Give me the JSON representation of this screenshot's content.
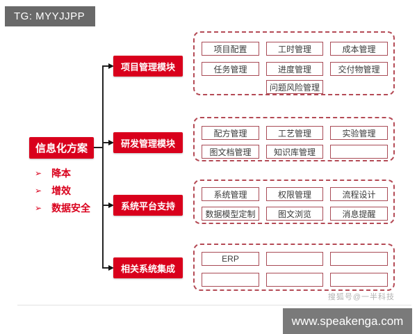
{
  "badge": {
    "label": "TG: MYYJJPP"
  },
  "root": {
    "title": "信息化方案",
    "bullets": [
      {
        "marker": "➢",
        "label": "降本"
      },
      {
        "marker": "➢",
        "label": "增效"
      },
      {
        "marker": "➢",
        "label": "数据安全"
      }
    ]
  },
  "branches": [
    {
      "label": "项目管理模块",
      "rows": [
        [
          {
            "c": 0,
            "t": "项目配置"
          },
          {
            "c": 1,
            "t": "工时管理"
          },
          {
            "c": 2,
            "t": "成本管理"
          }
        ],
        [
          {
            "c": 0,
            "t": "任务管理"
          },
          {
            "c": 1,
            "t": "进度管理"
          },
          {
            "c": 2,
            "t": "交付物管理"
          }
        ],
        [
          {
            "c": 1,
            "t": "问题风险管理"
          }
        ]
      ]
    },
    {
      "label": "研发管理模块",
      "rows": [
        [
          {
            "c": 0,
            "t": "配方管理"
          },
          {
            "c": 1,
            "t": "工艺管理"
          },
          {
            "c": 2,
            "t": "实验管理"
          }
        ],
        [
          {
            "c": 0,
            "t": "图文档管理"
          },
          {
            "c": 1,
            "t": "知识库管理"
          },
          {
            "c": 2,
            "t": ""
          }
        ]
      ]
    },
    {
      "label": "系统平台支持",
      "rows": [
        [
          {
            "c": 0,
            "t": "系统管理"
          },
          {
            "c": 1,
            "t": "权限管理"
          },
          {
            "c": 2,
            "t": "流程设计"
          }
        ],
        [
          {
            "c": 0,
            "t": "数据模型定制"
          },
          {
            "c": 1,
            "t": "图文浏览"
          },
          {
            "c": 2,
            "t": "消息提醒"
          }
        ]
      ]
    },
    {
      "label": "相关系统集成",
      "rows": [
        [
          {
            "c": 0,
            "t": "ERP"
          },
          {
            "c": 1,
            "t": ""
          },
          {
            "c": 2,
            "t": ""
          }
        ],
        [
          {
            "c": 0,
            "t": ""
          },
          {
            "c": 1,
            "t": ""
          },
          {
            "c": 2,
            "t": ""
          }
        ]
      ]
    }
  ],
  "watermark": "搜狐号@一半科技",
  "footer": {
    "url": "www.speakenga.com"
  },
  "colors": {
    "accent_red": "#d9001c",
    "dashed_border": "#b44a55",
    "cell_border": "#a84a55",
    "badge_bg": "#696969",
    "footer_bg": "#7a7a7a"
  }
}
